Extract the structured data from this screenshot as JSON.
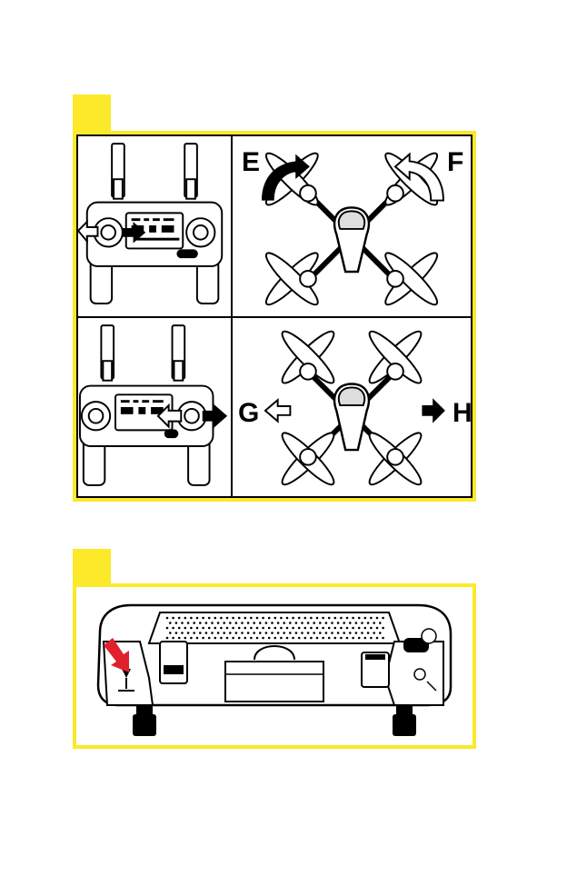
{
  "section1": {
    "labels": {
      "e": "E",
      "f": "F",
      "g": "G",
      "h": "H"
    }
  },
  "colors": {
    "accent": "#fbe92a",
    "arrow_red": "#e0202a",
    "ink": "#000000"
  },
  "icons": [
    "remote-controller-icon",
    "drone-top-view-icon",
    "rotate-left-arrow-icon",
    "rotate-right-arrow-icon",
    "left-arrow-icon",
    "right-arrow-icon",
    "drone-front-view-icon"
  ]
}
